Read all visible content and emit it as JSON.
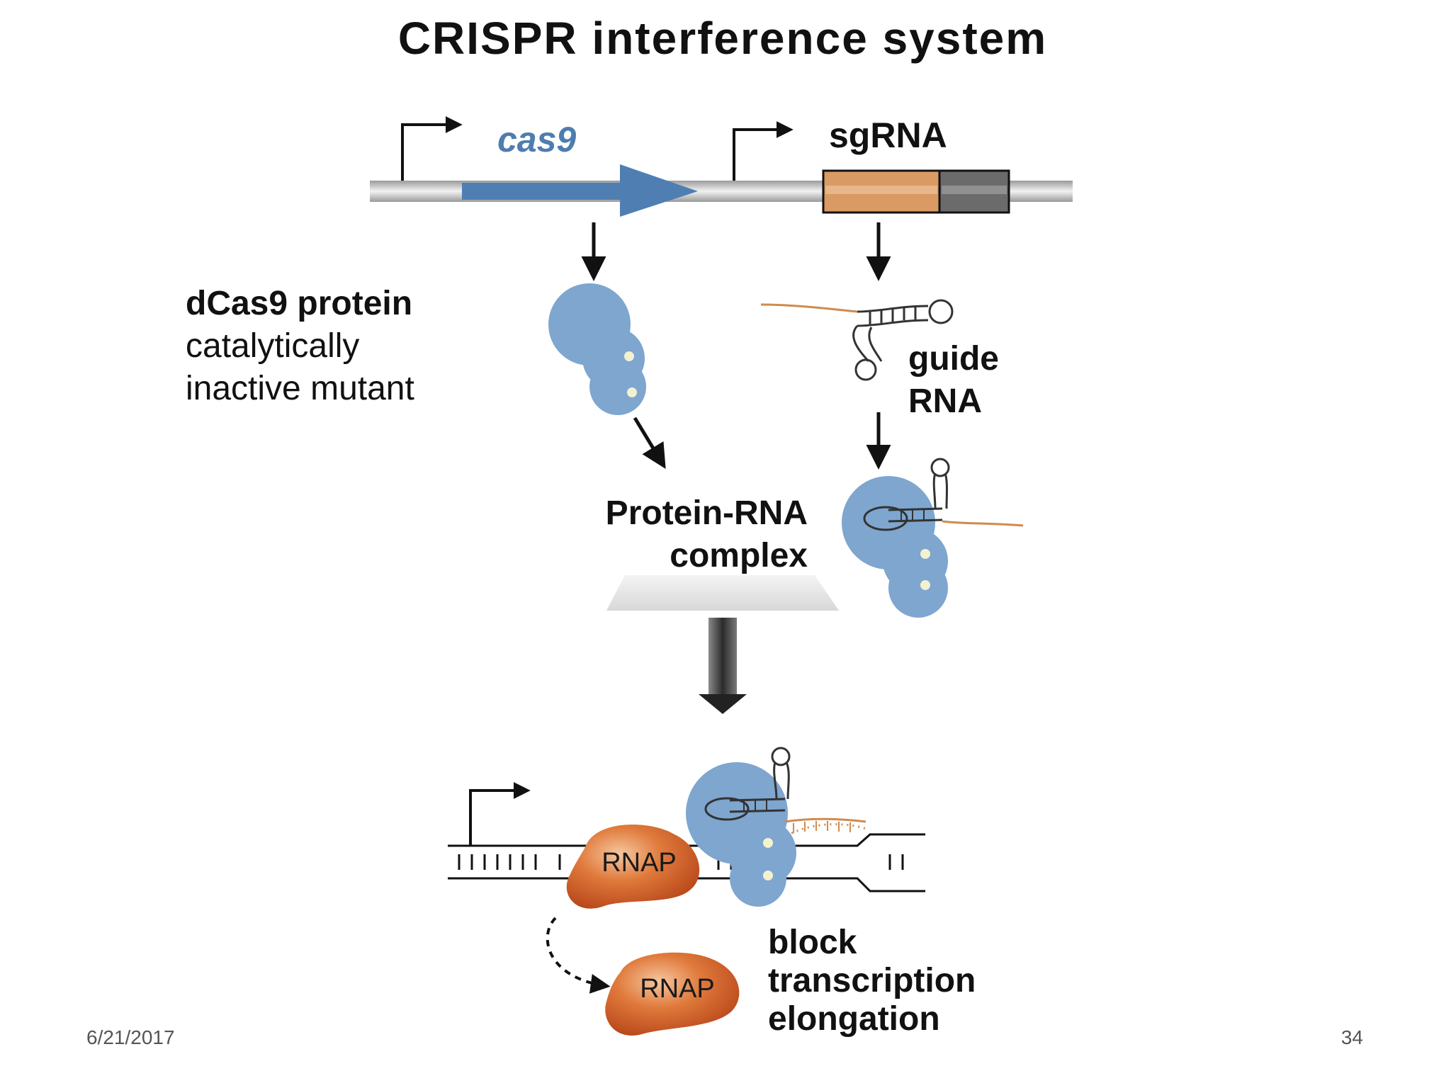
{
  "slide": {
    "title": "CRISPR interference system",
    "footer_date": "6/21/2017",
    "footer_page": "34"
  },
  "diagram": {
    "gene_cas9": "cas9",
    "gene_sgrna": "sgRNA",
    "dcas9_title": "dCas9 protein",
    "dcas9_desc_line1": "catalytically",
    "dcas9_desc_line2": "inactive mutant",
    "guide_rna_line1": "guide",
    "guide_rna_line2": "RNA",
    "complex_line1": "Protein-RNA",
    "complex_line2": "complex",
    "rnap_bound": "RNAP",
    "rnap_released": "RNAP",
    "outcome_line1": "block",
    "outcome_line2": "transcription",
    "outcome_line3": "elongation"
  },
  "colors": {
    "dcas9_blue": "#7ea6cf",
    "cas9_arrow_blue": "#4f7fb2",
    "sgrna_orange": "#d99a63",
    "sgrna_gray": "#6b6b6b",
    "rnap_orange": "#d1622a",
    "rna_strand": "#d08a4e"
  }
}
